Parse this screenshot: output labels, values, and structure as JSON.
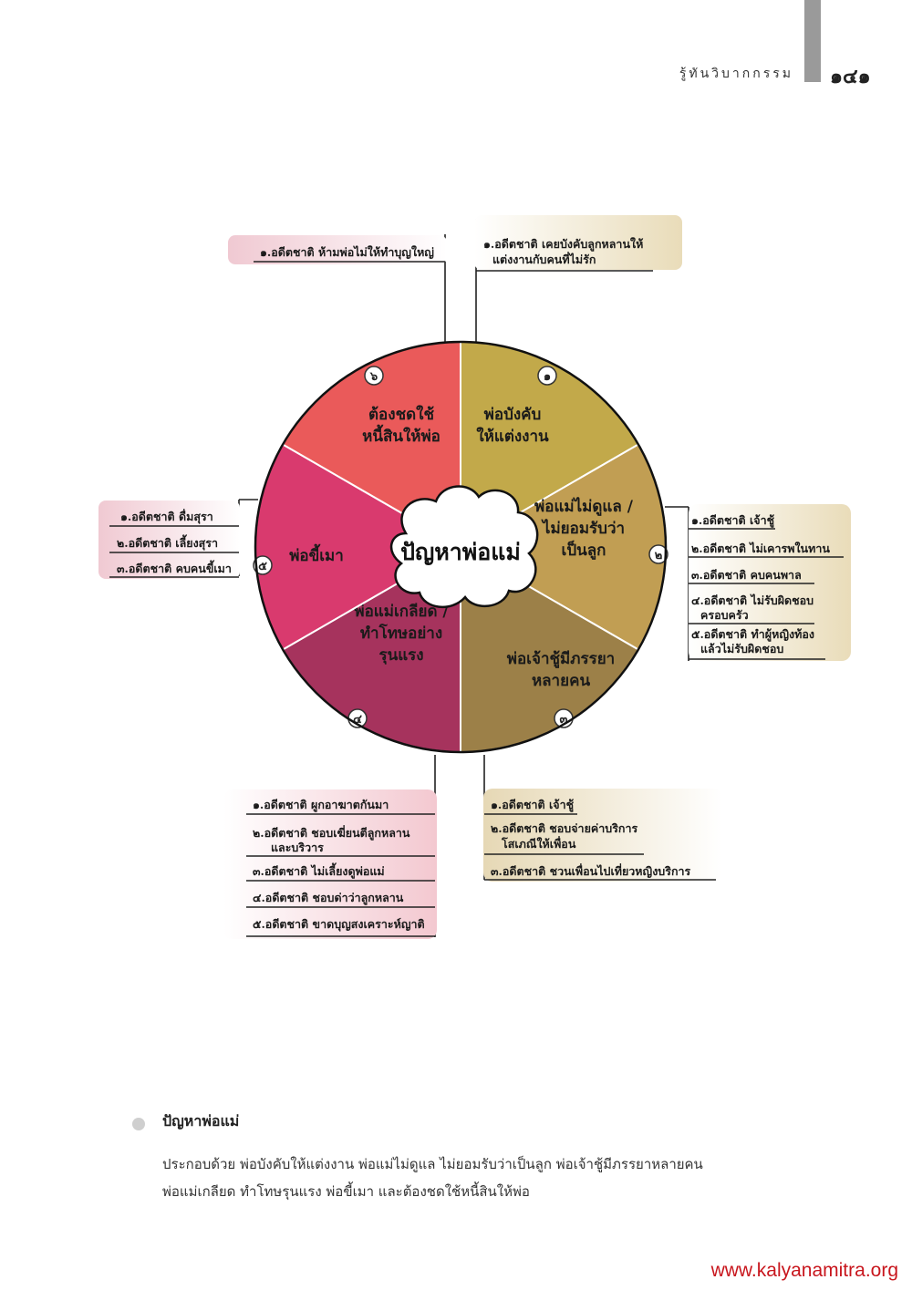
{
  "header": {
    "running_title": "รู้ทันวิบากกรรม",
    "page_number": "๑๔๑"
  },
  "diagram": {
    "center_label": "ปัญหาพ่อแม่",
    "segments": [
      {
        "number": "๑",
        "label_lines": [
          "พ่อบังคับ",
          "ให้แต่งงาน"
        ],
        "color": "#c2a94a"
      },
      {
        "number": "๒",
        "label_lines": [
          "พ่อแม่ไม่ดูแล /",
          "ไม่ยอมรับว่า",
          "เป็นลูก"
        ],
        "color": "#c19e53"
      },
      {
        "number": "๓",
        "label_lines": [
          "พ่อเจ้าชู้มีภรรยา",
          "หลายคน"
        ],
        "color": "#9c8048"
      },
      {
        "number": "๔",
        "label_lines": [
          "พ่อแม่เกลียด /",
          "ทำโทษอย่าง",
          "รุนแรง"
        ],
        "color": "#a6335d"
      },
      {
        "number": "๕",
        "label_lines": [
          "พ่อขี้เมา"
        ],
        "color": "#d93a6e"
      },
      {
        "number": "๖",
        "label_lines": [
          "ต้องชดใช้",
          "หนี้สินให้พ่อ"
        ],
        "color": "#ea5a5a"
      }
    ],
    "cause_boxes": [
      {
        "segment": "๑",
        "items": [
          "๑.อดีตชาติ เคยบังคับลูกหลานให้ แต่งงานกับคนที่ไม่รัก"
        ]
      },
      {
        "segment": "๒",
        "items": [
          "๑.อดีตชาติ เจ้าชู้",
          "๒.อดีตชาติ ไม่เคารพในทาน",
          "๓.อดีตชาติ คบคนพาล",
          "๔.อดีตชาติ ไม่รับผิดชอบ ครอบครัว",
          "๕.อดีตชาติ ทำผู้หญิงท้อง แล้วไม่รับผิดชอบ"
        ]
      },
      {
        "segment": "๓",
        "items": [
          "๑.อดีตชาติ เจ้าชู้",
          "๒.อดีตชาติ ชอบจ่ายค่าบริการ โสเภณีให้เพื่อน",
          "๓.อดีตชาติ ชวนเพื่อนไปเที่ยวหญิงบริการ"
        ]
      },
      {
        "segment": "๔",
        "items": [
          "๑.อดีตชาติ ผูกอาฆาตกันมา",
          "๒.อดีตชาติ ชอบเฆี่ยนตีลูกหลาน และบริวาร",
          "๓.อดีตชาติ ไม่เลี้ยงดูพ่อแม่",
          "๔.อดีตชาติ ชอบด่าว่าลูกหลาน",
          "๕.อดีตชาติ ขาดบุญสงเคราะห์ญาติ"
        ]
      },
      {
        "segment": "๕",
        "items": [
          "๑.อดีตชาติ ดื่มสุรา",
          "๒.อดีตชาติ เลี้ยงสุรา",
          "๓.อดีตชาติ คบคนขี้เมา"
        ]
      },
      {
        "segment": "๖",
        "items": [
          "๑.อดีตชาติ ห้ามพ่อไม่ให้ทำบุญใหญ่"
        ]
      }
    ]
  },
  "summary": {
    "heading": "ปัญหาพ่อแม่",
    "body": "ประกอบด้วย  พ่อบังคับให้แต่งงาน  พ่อแม่ไม่ดูแล  ไม่ยอมรับว่าเป็นลูก  พ่อเจ้าชู้มีภรรยาหลายคน\nพ่อแม่เกลียด ทำโทษรุนแรง พ่อขี้เมา และต้องชดใช้หนี้สินให้พ่อ"
  },
  "footer": {
    "url": "www.kalyanamitra.org",
    "url_color": "#c8161d"
  }
}
